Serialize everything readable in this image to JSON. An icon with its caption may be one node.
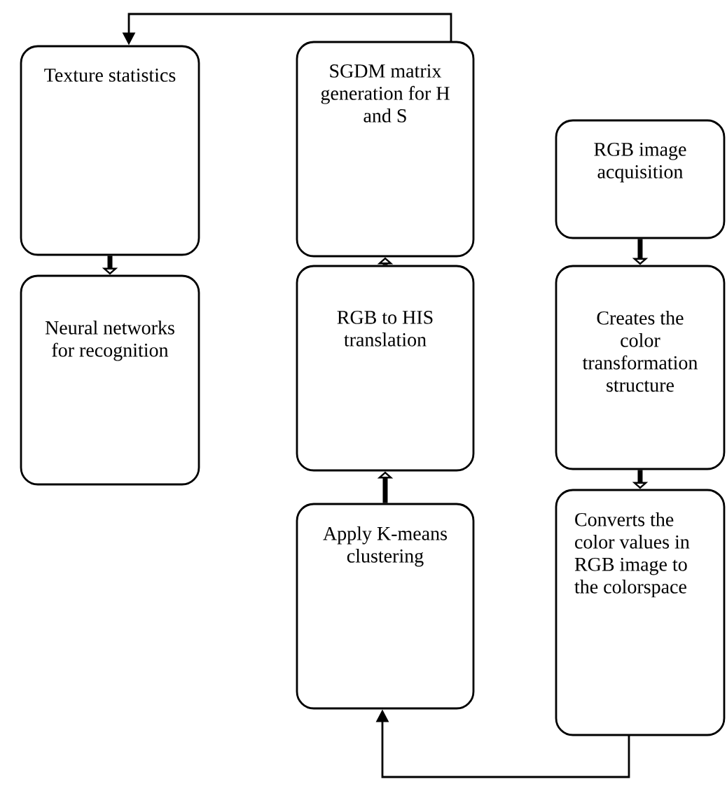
{
  "diagram": {
    "nodes": [
      {
        "text": [
          "Texture statistics"
        ]
      },
      {
        "text": [
          "SGDM matrix generation for H and S"
        ]
      },
      {
        "text": [
          "RGB image acquisition"
        ]
      },
      {
        "text": [
          "Neural networks for recognition"
        ]
      },
      {
        "text": [
          "RGB to HIS translation"
        ]
      },
      {
        "text": [
          "Creates the color transformation structure"
        ]
      },
      {
        "text": [
          "Apply K-means clustering"
        ]
      },
      {
        "text": [
          "Converts the color values in RGB image to the colorspace"
        ]
      }
    ],
    "edges": [
      {
        "from": 2,
        "to": 5,
        "arrow": "to"
      },
      {
        "from": 5,
        "to": 7,
        "arrow": "to"
      },
      {
        "from": 7,
        "to": 6,
        "arrow": "to"
      },
      {
        "from": 6,
        "to": 4,
        "arrow": "to"
      },
      {
        "from": 4,
        "to": 1,
        "arrow": "to"
      },
      {
        "from": 1,
        "to": 0,
        "arrow": "to"
      },
      {
        "from": 0,
        "to": 3,
        "arrow": "to"
      }
    ]
  }
}
